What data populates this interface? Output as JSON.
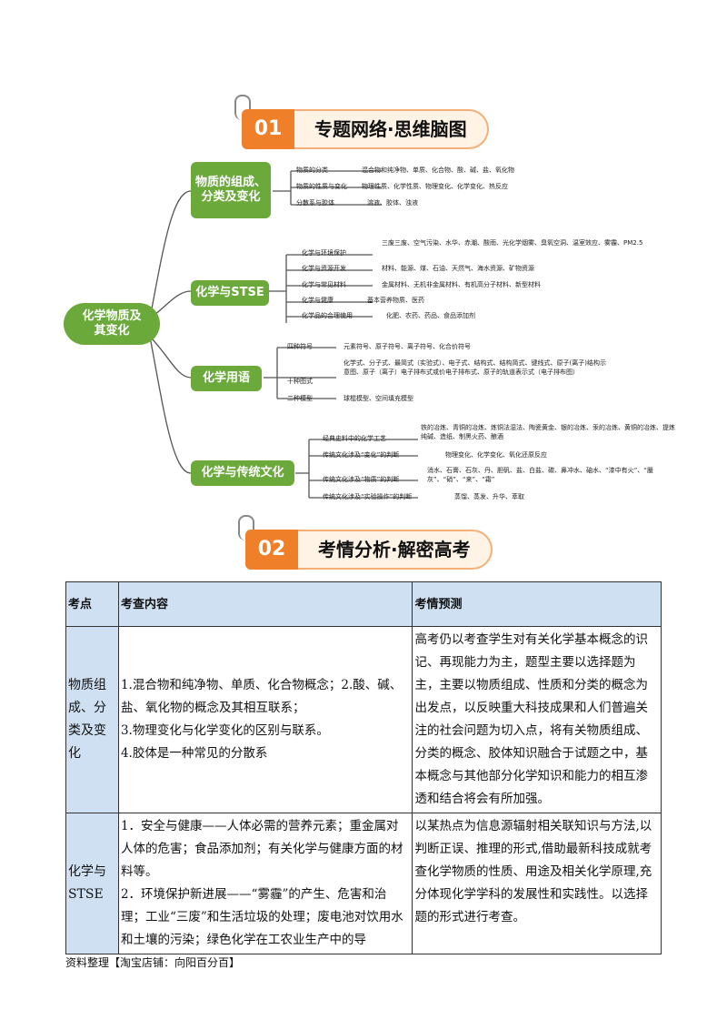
{
  "banner1": {
    "number": "01",
    "title": "专题网络·思维脑图"
  },
  "banner2": {
    "number": "02",
    "title": "考情分析·解密高考"
  },
  "mindmap": {
    "root": "化学物质及其变化",
    "branches": [
      {
        "label": "物质的组成、分类及变化",
        "items": [
          {
            "name": "物质的分类",
            "detail": "混合物和纯净物、单质、化合物、酸、碱、盐、氧化物"
          },
          {
            "name": "物质的性质与变化",
            "detail": "物理性质、化学性质、物理变化、化学变化、热反应"
          },
          {
            "name": "分散系与胶体",
            "detail": "溶液、胶体、浊液"
          }
        ]
      },
      {
        "label": "化学与STSE",
        "items": [
          {
            "name": "化学与环境保护",
            "detail": "三废三废、空气污染、水华、赤潮、酸雨、光化学烟雾、臭氧空洞、温室效应、雾霾、PM2.5"
          },
          {
            "name": "化学与资源开发",
            "detail": "材料、能源、煤、石油、天然气、海水资源、矿物资源"
          },
          {
            "name": "化学与常见材料",
            "detail": "金属材料、无机非金属材料、有机高分子材料、新型材料"
          },
          {
            "name": "化学与健康",
            "detail": "基本营养物质、医药"
          },
          {
            "name": "化学品的合理使用",
            "detail": "化肥、农药、药品、食品添加剂"
          }
        ]
      },
      {
        "label": "化学用语",
        "items": [
          {
            "name": "四种符号",
            "detail": "元素符号、原子符号、离子符号、化合价符号"
          },
          {
            "name": "十种图式",
            "detail": "化学式、分子式、最简式（实验式）、电子式、结构式、结构简式、键线式、原子(离子)结构示意图、原子（离子）电子排布式或价电子排布式、原子的轨道表示式（电子排布图）"
          },
          {
            "name": "二种模型",
            "detail": "球棍模型、空间填充模型"
          }
        ]
      },
      {
        "label": "化学与传统文化",
        "items": [
          {
            "name": "经典史料中的化学工艺",
            "detail": "铁的冶炼、青铜的冶炼、炼铜法湿法、陶瓷黄金、银的冶炼、汞的冶炼、黄铜的冶炼、提炼纯碱、造纸、制黑火药、酿酒"
          },
          {
            "name": "传统文化涉及“变化”的判断",
            "detail": "物理变化、化学变化、氧化还原反应"
          },
          {
            "name": "传统文化涉及“物质”的判断",
            "detail": "消水、石膏、石灰、丹、胆矾、盐、白盐、碳、鼻冲水、硇水、“漆中有火”、“蜃灰”、“硝”、“来”、“霜”"
          },
          {
            "name": "传统文化涉及“实验操作”的判断",
            "detail": "蒸馏、蒸发、升华、萃取"
          }
        ]
      }
    ]
  },
  "table": {
    "headers": [
      "考点",
      "考查内容",
      "考情预测"
    ],
    "rows": [
      {
        "topic": "物质组成、分类及变化",
        "content": [
          "1.混合物和纯净物、单质、化合物概念；2.酸、碱、盐、氧化物的概念及其相互联系；",
          "3.物理变化与化学变化的区别与联系。",
          "4.胶体是一种常见的分散系"
        ],
        "forecast": "高考仍以考查学生对有关化学基本概念的识记、再现能力为主，题型主要以选择题为主，主要以物质组成、性质和分类的概念为出发点，以反映重大科技成果和人们普遍关注的社会问题为切入点，将有关物质组成、分类的概念、胶体知识融合于试题之中，基本概念与其他部分化学知识和能力的相互渗透和结合将会有所加强。"
      },
      {
        "topic": "化学与STSE",
        "content": [
          "1．安全与健康——人体必需的营养元素；重金属对人体的危害；食品添加剂；有关化学与健康方面的材料等。",
          "2．环境保护新进展——“雾霾”的产生、危害和治理；工业“三废”和生活垃圾的处理；废电池对饮用水和土壤的污染；绿色化学在工农业生产中的导"
        ],
        "forecast": "以某热点为信息源辐射相关联知识与方法,以判断正误、推理的形式,借助最新科技成就考查化学物质的性质、用途及相关化学原理,充分体现化学学科的发展性和实践性。以选择题的形式进行考查。"
      }
    ]
  },
  "footer": "资料整理【淘宝店铺：向阳百分百】",
  "colors": {
    "accent": "#f07f2a",
    "node": "#6aa93a",
    "header_bg": "#cfe0f3"
  }
}
